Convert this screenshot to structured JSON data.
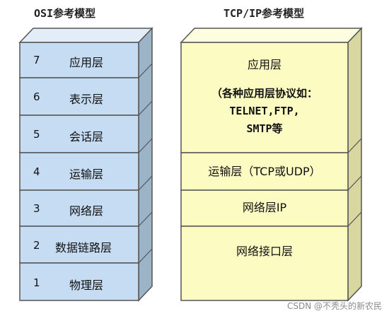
{
  "osi": {
    "title": "OSI参考模型",
    "layers": [
      {
        "num": "7",
        "name": "应用层"
      },
      {
        "num": "6",
        "name": "表示层"
      },
      {
        "num": "5",
        "name": "会话层"
      },
      {
        "num": "4",
        "name": "运输层"
      },
      {
        "num": "3",
        "name": "网络层"
      },
      {
        "num": "2",
        "name": "数据链路层"
      },
      {
        "num": "1",
        "name": "物理层"
      }
    ]
  },
  "tcpip": {
    "title": "TCP/IP参考模型",
    "layers": [
      {
        "name": "应用层",
        "detail_1": "（各种应用层协议如：",
        "detail_2": "TELNET,FTP,",
        "detail_3": "SMTP等"
      },
      {
        "name": "运输层（TCP或UDP）"
      },
      {
        "name": "网络层IP"
      },
      {
        "name": "网络接口层"
      }
    ]
  },
  "colors": {
    "osi_fill": "#c6dcf2",
    "osi_side": "#9cb4c8",
    "tcp_fill": "#fbfbc2",
    "tcp_side": "#d8d7a0",
    "edge": "#555555"
  },
  "watermark": "CSDN @不秃头的新农民"
}
